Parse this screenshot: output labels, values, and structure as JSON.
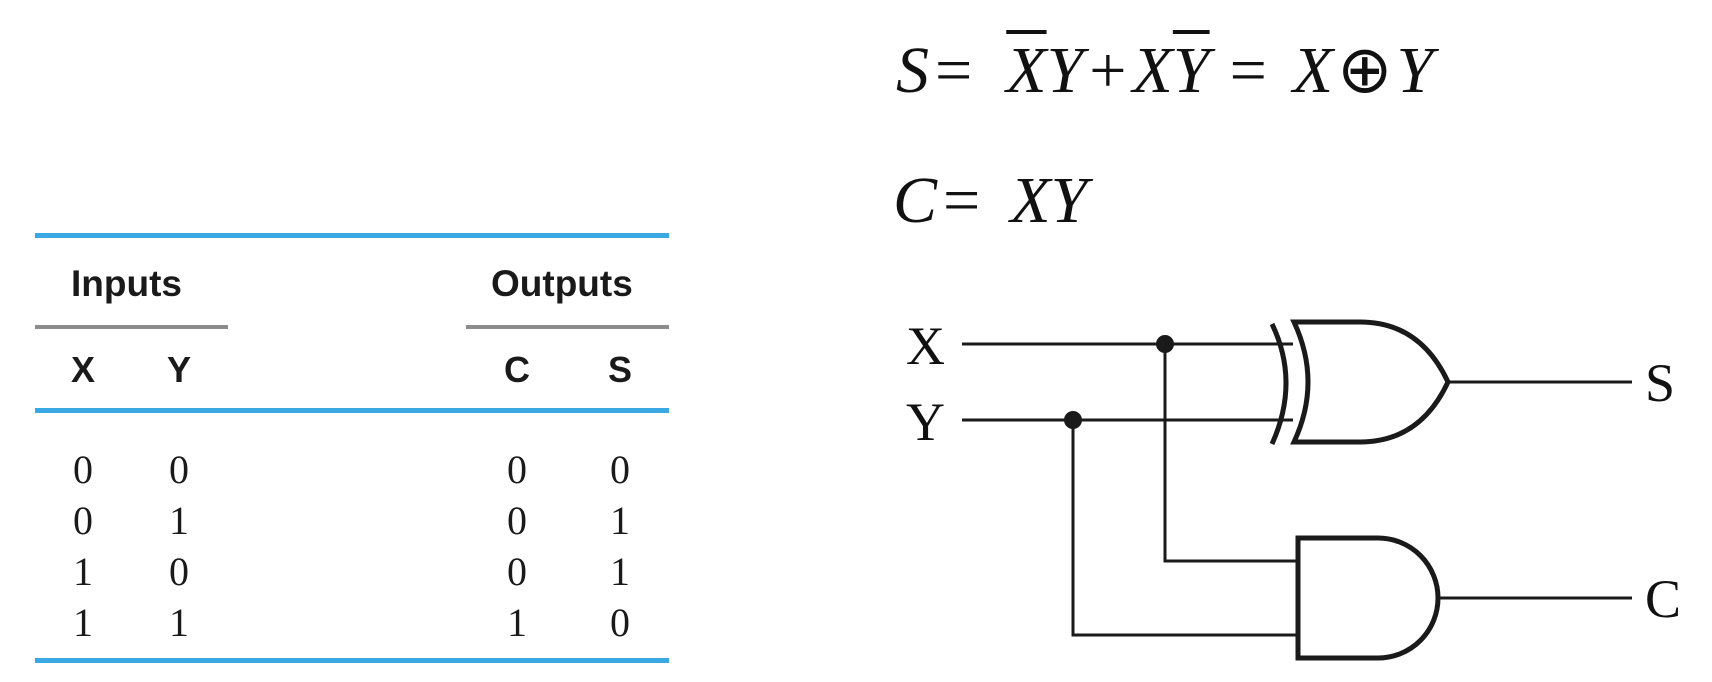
{
  "truth_table": {
    "group_headers": {
      "inputs": "Inputs",
      "outputs": "Outputs"
    },
    "columns": [
      "X",
      "Y",
      "C",
      "S"
    ],
    "rows": [
      [
        "0",
        "0",
        "0",
        "0"
      ],
      [
        "0",
        "1",
        "0",
        "1"
      ],
      [
        "1",
        "0",
        "0",
        "1"
      ],
      [
        "1",
        "1",
        "1",
        "0"
      ]
    ]
  },
  "equations": {
    "sum": {
      "lhs": "S",
      "eq1": "=",
      "t1a": "X",
      "t1b": "Y",
      "plus": "+",
      "t2a": "X",
      "t2b": "Y",
      "eq2": "=",
      "x": "X",
      "xor": "⊕",
      "y": "Y"
    },
    "carry": {
      "lhs": "C",
      "eq": "=",
      "rhs": "XY"
    }
  },
  "circuit": {
    "inputs": [
      "X",
      "Y"
    ],
    "outputs": {
      "sum": "S",
      "carry": "C"
    },
    "gates": [
      "xor-gate",
      "and-gate"
    ]
  },
  "colors": {
    "table_rule": "#3aa8e3",
    "group_rule": "#8c8c8c",
    "ink": "#1a1a1a"
  }
}
